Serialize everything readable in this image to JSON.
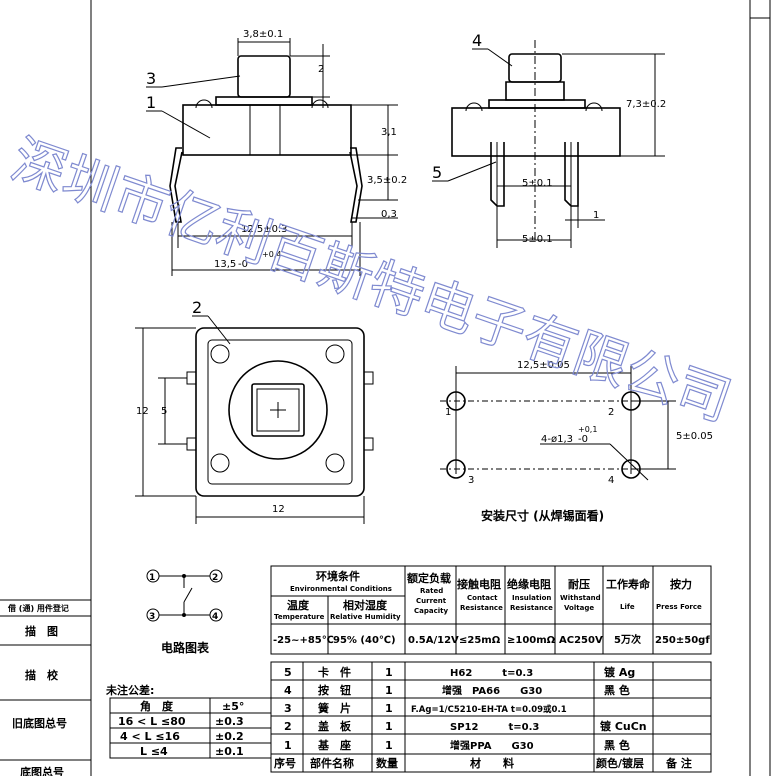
{
  "drawing": {
    "callouts": [
      "1",
      "2",
      "3",
      "4",
      "5"
    ],
    "dims": {
      "cap_width": "3,8±0.1",
      "cap_height": "2",
      "body_height": "3,1",
      "pin_length": "3,5±0.2",
      "pin_thickness": "0,3",
      "body_width": "12,5±0.3",
      "overall_width": "13,5",
      "overall_tol_upper": "+0,4",
      "overall_tol_lower": "-0",
      "total_height": "7,3±0.2",
      "pin_pitch_a": "5±0.1",
      "pin_pitch_b": "5±0.1",
      "pin_width": "1",
      "top_height": "12",
      "top_inner": "5",
      "top_width": "12",
      "mount_width": "12,5±0.05",
      "mount_height": "5±0.05",
      "hole_dia": "4-ø1,3",
      "hole_tol_upper": "+0,1",
      "hole_tol_lower": "-0"
    },
    "hole_numbers": [
      "1",
      "2",
      "3",
      "4"
    ],
    "mount_caption": "安装尺寸 (从焊锡面看)",
    "circuit_nodes": [
      "1",
      "2",
      "3",
      "4"
    ],
    "circuit_caption": "电路图表"
  },
  "left_panel": {
    "labels": [
      "借 (通) 用件登记",
      "描　图",
      "描　校",
      "旧底图总号",
      "底图总号"
    ]
  },
  "tolerance": {
    "title": "未注公差:",
    "rows": [
      {
        "range": "角　度",
        "tol": "±5°"
      },
      {
        "range": "16 < L ≤80",
        "tol": "±0.3"
      },
      {
        "range": "4 < L ≤16",
        "tol": "±0.2"
      },
      {
        "range": "L ≤4",
        "tol": "±0.1"
      }
    ]
  },
  "spec_table": {
    "env_title": "环境条件",
    "env_sub": "Environmental Conditions",
    "temp_cn": "温度",
    "temp_en": "Temperature",
    "hum_cn": "相对湿度",
    "hum_en": "Relative Humidity",
    "load_cn": "额定负载",
    "load_en1": "Rated",
    "load_en2": "Current",
    "load_en3": "Capacity",
    "contact_cn": "接触电阻",
    "contact_en1": "Contact",
    "contact_en2": "Resistance",
    "ins_cn": "绝缘电阻",
    "ins_en1": "Insulation",
    "ins_en2": "Resistance",
    "volt_cn": "耐压",
    "volt_en1": "Withstand",
    "volt_en2": "Voltage",
    "life_cn": "工作寿命",
    "life_en": "Life",
    "force_cn": "按力",
    "force_en": "Press Force",
    "values": [
      "-25~+85℃",
      "95% (40℃)",
      "0.5A/12V",
      "≤25mΩ",
      "≥100mΩ",
      "AC250V",
      "5万次",
      "250±50gf"
    ]
  },
  "bom": {
    "rows": [
      {
        "no": "5",
        "name": "卡　件",
        "qty": "1",
        "mat": "H62　　　t=0.3",
        "finish": "镀 Ag"
      },
      {
        "no": "4",
        "name": "按　钮",
        "qty": "1",
        "mat": "增强　PA66　　G30",
        "finish": "黑 色"
      },
      {
        "no": "3",
        "name": "簧　片",
        "qty": "1",
        "mat": "F.Ag=1/C5210-EH-TA t=0.09或0.1",
        "finish": ""
      },
      {
        "no": "2",
        "name": "盖　板",
        "qty": "1",
        "mat": "SP12　　　t=0.3",
        "finish": "镀 CuCn"
      },
      {
        "no": "1",
        "name": "基　座",
        "qty": "1",
        "mat": "增强PPA　　G30",
        "finish": "黑 色"
      }
    ],
    "header": {
      "no": "序号",
      "name": "部件名称",
      "qty": "数量",
      "mat": "材　　料",
      "finish": "颜色/镀层",
      "note": "备 注"
    }
  },
  "watermark": "深圳市亿利百斯特电子有限公司"
}
